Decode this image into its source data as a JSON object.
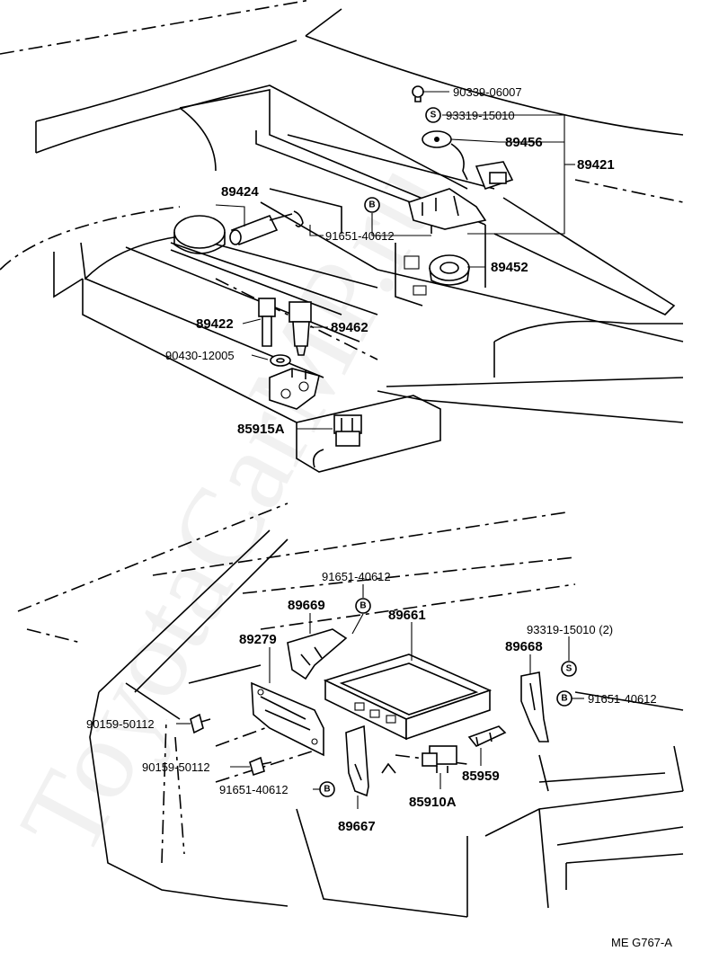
{
  "watermark": "ToyotaCarMP.ru",
  "diagram_code": "ME G767-A",
  "symbols": {
    "s": "S",
    "b": "B"
  },
  "top_section": {
    "labels": {
      "p90339": "90339-06007",
      "p93319": "93319-15010",
      "p89456": "89456",
      "p89421": "89421",
      "p89424": "89424",
      "p91651": "91651-40612",
      "p89452": "89452",
      "p89422": "89422",
      "p89462": "89462",
      "p90430": "90430-12005",
      "p85915A": "85915A"
    }
  },
  "bottom_section": {
    "labels": {
      "p91651_top": "91651-40612",
      "p89669": "89669",
      "p89661": "89661",
      "p89279": "89279",
      "p93319x2": "93319-15010 (2)",
      "p89668": "89668",
      "p91651_right": "91651-40612",
      "p90159_a": "90159-50112",
      "p90159_b": "90159-50112",
      "p91651_left": "91651-40612",
      "p85959": "85959",
      "p85910A": "85910A",
      "p89667": "89667"
    }
  }
}
